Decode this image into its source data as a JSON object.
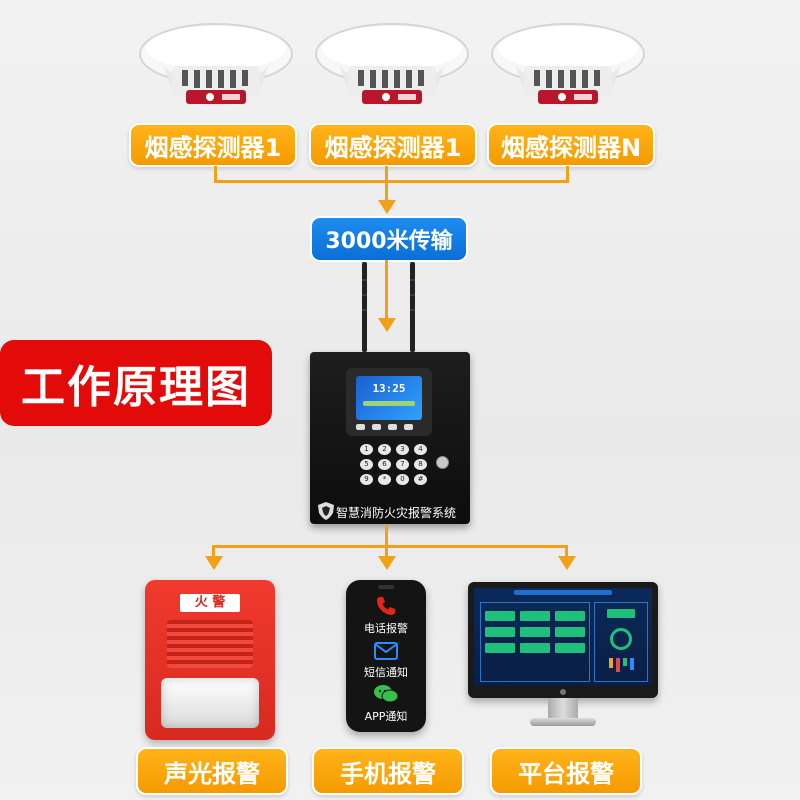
{
  "colors": {
    "orange": "#f7a20c",
    "blue": "#0e78e0",
    "red": "#e30a0a"
  },
  "detectors": [
    {
      "label": "烟感探测器1",
      "icon": "smoke-detector-icon"
    },
    {
      "label": "烟感探测器1",
      "icon": "smoke-detector-icon"
    },
    {
      "label": "烟感探测器N",
      "icon": "smoke-detector-icon"
    }
  ],
  "transmission_label": "3000米传输",
  "title_badge": "工作原理图",
  "controller": {
    "brand_text": "智慧消防火灾报警系统",
    "clock": "13:25",
    "keypad_keys": [
      "1",
      "2",
      "3",
      "4",
      "5",
      "6",
      "7",
      "8",
      "9",
      "*",
      "0",
      "#"
    ]
  },
  "phone": {
    "items": [
      {
        "label": "电话报警",
        "icon": "phone-call-icon"
      },
      {
        "label": "短信通知",
        "icon": "mail-icon"
      },
      {
        "label": "APP通知",
        "icon": "wechat-icon"
      }
    ]
  },
  "alarm_label_text": "火 警",
  "outputs": [
    {
      "label": "声光报警"
    },
    {
      "label": "手机报警"
    },
    {
      "label": "平台报警"
    }
  ]
}
